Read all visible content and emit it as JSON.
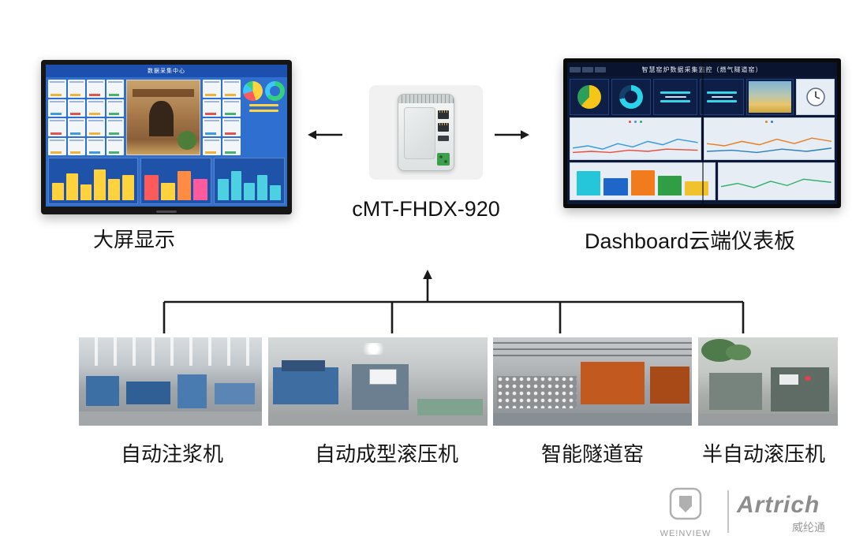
{
  "device": {
    "model": "cMT-FHDX-920"
  },
  "left_display": {
    "label": "大屏显示",
    "screen_title": "数据采集中心"
  },
  "right_display": {
    "label": "Dashboard云端仪表板",
    "screen_title": "智慧窑炉数据采集监控（燃气隧道窑）"
  },
  "machines": [
    {
      "label": "自动注浆机"
    },
    {
      "label": "自动成型滚压机"
    },
    {
      "label": "智能隧道窑"
    },
    {
      "label": "半自动滚压机"
    }
  ],
  "branding": {
    "weinview": "WE!NVIEW",
    "artrich": "Artrich",
    "artrich_cn": "威纶通"
  },
  "colors": {
    "screen_blue": "#2e6fd0",
    "screen_dark": "#0c1838",
    "accent_yellow": "#ffd23e",
    "accent_cyan": "#35d6e8"
  },
  "decor": {
    "left_screen": {
      "yellow_bars": [
        45,
        70,
        40,
        80,
        55,
        65
      ],
      "mid_bars": [
        {
          "h": 65,
          "c": "#ff5a5a"
        },
        {
          "h": 45,
          "c": "#ffd23e"
        },
        {
          "h": 75,
          "c": "#ff8c42"
        },
        {
          "h": 55,
          "c": "#ff5a9e"
        }
      ],
      "cyan_bars": [
        55,
        75,
        45,
        65,
        38
      ],
      "pie": [
        {
          "c": "#ffd23e",
          "v": 45
        },
        {
          "c": "#ff5a5a",
          "v": 25
        },
        {
          "c": "#3ec6ff",
          "v": 18
        },
        {
          "c": "#35d07f",
          "v": 12
        }
      ],
      "donut": [
        {
          "c": "#35d07f",
          "v": 65
        },
        {
          "c": "#3ec6ff",
          "v": 35
        }
      ]
    },
    "right_screen": {
      "pie": [
        {
          "c": "#f5c518",
          "v": 62
        },
        {
          "c": "#2e9e5b",
          "v": 38
        }
      ],
      "donut": [
        {
          "c": "#29d3e8",
          "v": 72
        },
        {
          "c": "#15406b",
          "v": 28
        }
      ],
      "bars": [
        {
          "h": 85,
          "c": "#26c6da"
        },
        {
          "h": 60,
          "c": "#1e66c8"
        },
        {
          "h": 90,
          "c": "#f07c1d"
        },
        {
          "h": 70,
          "c": "#2f9e44"
        },
        {
          "h": 50,
          "c": "#f2c12e"
        }
      ]
    }
  }
}
